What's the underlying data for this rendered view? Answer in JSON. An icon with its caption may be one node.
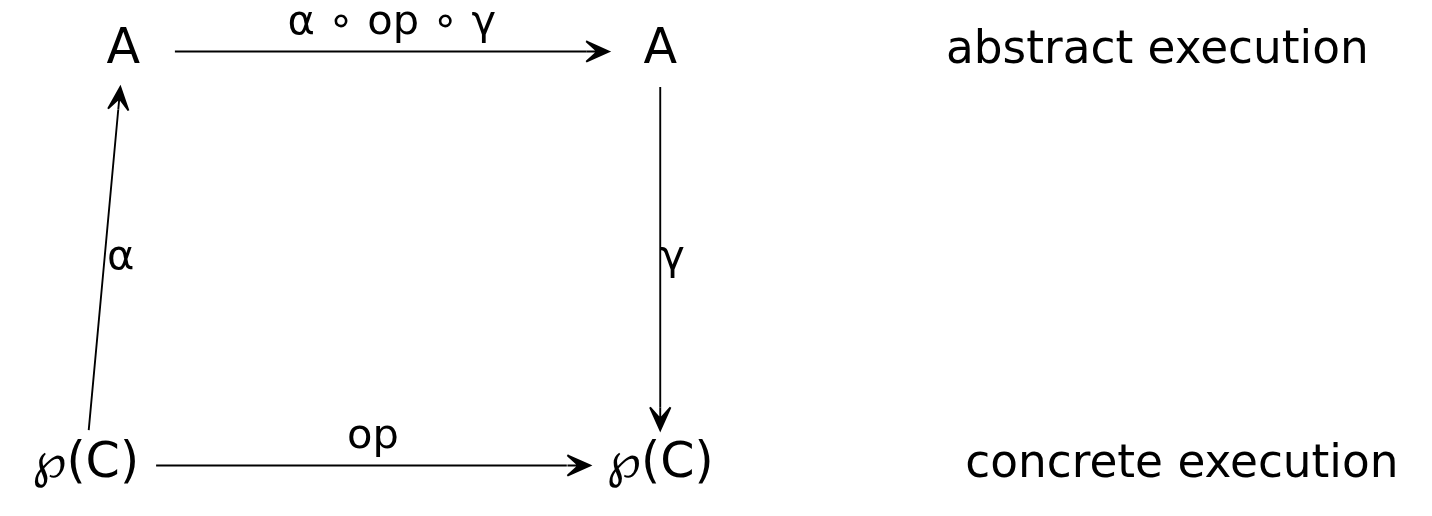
{
  "diagram": {
    "nodes": [
      {
        "text": [
          "A"
        ]
      },
      {
        "text": [
          "A"
        ]
      },
      {
        "text": [
          "℘(C)"
        ]
      },
      {
        "text": [
          "℘(C)"
        ]
      }
    ],
    "edges": [
      {
        "from": 0,
        "to": 1,
        "arrow": "to",
        "label": "α ∘ op ∘ γ"
      },
      {
        "from": 2,
        "to": 0,
        "arrow": "to",
        "label": "α"
      },
      {
        "from": 1,
        "to": 3,
        "arrow": "to",
        "label": "γ"
      },
      {
        "from": 2,
        "to": 3,
        "arrow": "to",
        "label": "op"
      }
    ],
    "labels": [
      "abstract execution",
      "concrete execution"
    ]
  }
}
